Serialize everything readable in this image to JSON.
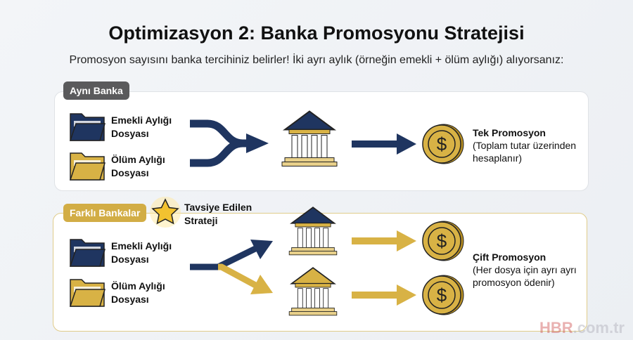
{
  "title": "Optimizasyon 2: Banka Promosyonu Stratejisi",
  "subtitle": "Promosyon sayısını banka tercihiniz belirler! İki ayrı aylık (örneğin emekli + ölüm aylığı) alıyorsanız:",
  "same_bank": {
    "tag": "Aynı Banka",
    "file1": "Emekli Aylığı Dosyası",
    "file2": "Ölüm Aylığı Dosyası",
    "result_title": "Tek Promosyon",
    "result_desc": "(Toplam tutar üzerinden hesaplanır)"
  },
  "different_banks": {
    "tag": "Farklı Bankalar",
    "recommended": "Tavsiye Edilen Strateji",
    "file1": "Emekli Aylığı Dosyası",
    "file2": "Ölüm Aylığı Dosyası",
    "result_title": "Çift Promosyon",
    "result_desc": "(Her dosya için ayrı ayrı promosyon ödenir)"
  },
  "watermark": {
    "brand": "HBR",
    "domain": ".com.tr"
  },
  "colors": {
    "navy": "#1f3560",
    "gold": "#d8b245",
    "gray_tag": "#5a5a5c"
  }
}
